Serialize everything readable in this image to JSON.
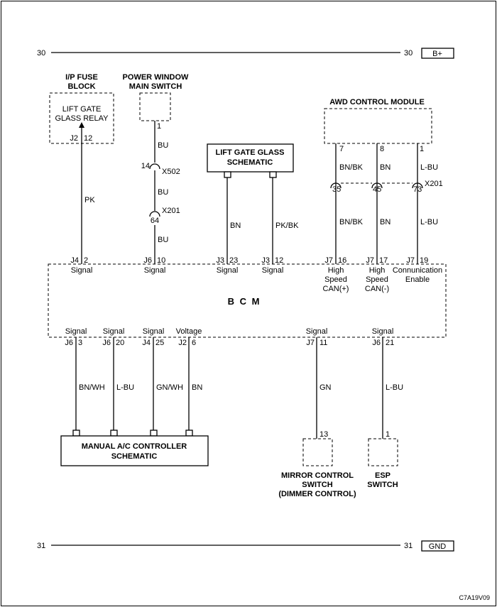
{
  "rails": {
    "top_left": "30",
    "top_right": "30",
    "top_tag": "B+",
    "bottom_left": "31",
    "bottom_right": "31",
    "bottom_tag": "GND"
  },
  "fuse_block": {
    "title_line1": "I/P FUSE",
    "title_line2": "BLOCK",
    "relay_line1": "LIFT GATE",
    "relay_line2": "GLASS RELAY",
    "conn": "J2",
    "pin": "12"
  },
  "power_window": {
    "title_line1": "POWER WINDOW",
    "title_line2": "MAIN SWITCH",
    "pin": "1"
  },
  "lift_gate_schematic": {
    "line1": "LIFT GATE GLASS",
    "line2": "SCHEMATIC"
  },
  "awd": {
    "title": "AWD CONTROL MODULE",
    "pins": [
      "7",
      "8",
      "1"
    ]
  },
  "splices": {
    "x502_pin": "14",
    "x502": "X502",
    "x201_pin": "64",
    "x201": "X201",
    "x201b": "X201",
    "x201b_pins": [
      "35",
      "45",
      "73"
    ]
  },
  "wires": {
    "pk": "PK",
    "bu1": "BU",
    "bu2": "BU",
    "bu3": "BU",
    "bn1": "BN",
    "pkbk": "PK/BK",
    "awd_upper": [
      "BN/BK",
      "BN",
      "L-BU"
    ],
    "awd_lower": [
      "BN/BK",
      "BN",
      "L-BU"
    ],
    "bottom": [
      "BN/WH",
      "L-BU",
      "GN/WH",
      "BN",
      "GN",
      "L-BU"
    ]
  },
  "bcm": {
    "name": "B C M",
    "top_conns": [
      {
        "conn": "J4",
        "pin": "2",
        "label": [
          "Signal"
        ]
      },
      {
        "conn": "J6",
        "pin": "10",
        "label": [
          "Signal"
        ]
      },
      {
        "conn": "J3",
        "pin": "23",
        "label": [
          "Signal"
        ]
      },
      {
        "conn": "J3",
        "pin": "12",
        "label": [
          "Signal"
        ]
      },
      {
        "conn": "J7",
        "pin": "16",
        "label": [
          "High",
          "Speed",
          "CAN(+)"
        ]
      },
      {
        "conn": "J7",
        "pin": "17",
        "label": [
          "High",
          "Speed",
          "CAN(-)"
        ]
      },
      {
        "conn": "J7",
        "pin": "19",
        "label": [
          "Connunication",
          "Enable"
        ]
      }
    ],
    "bottom_conns": [
      {
        "conn": "J6",
        "pin": "3",
        "label": "Signal"
      },
      {
        "conn": "J6",
        "pin": "20",
        "label": "Signal"
      },
      {
        "conn": "J4",
        "pin": "25",
        "label": "Signal"
      },
      {
        "conn": "J2",
        "pin": "6",
        "label": "Voltage"
      },
      {
        "conn": "J7",
        "pin": "11",
        "label": "Signal"
      },
      {
        "conn": "J6",
        "pin": "21",
        "label": "Signal"
      }
    ]
  },
  "manual_ac": {
    "line1": "MANUAL A/C CONTROLLER",
    "line2": "SCHEMATIC"
  },
  "mirror": {
    "pin": "13",
    "line1": "MIRROR CONTROL",
    "line2": "SWITCH",
    "line3": "(DIMMER CONTROL)"
  },
  "esp": {
    "pin": "1",
    "line1": "ESP",
    "line2": "SWITCH"
  },
  "figure_code": "C7A19V09",
  "colors": {
    "line": "#000000",
    "background": "#ffffff"
  }
}
